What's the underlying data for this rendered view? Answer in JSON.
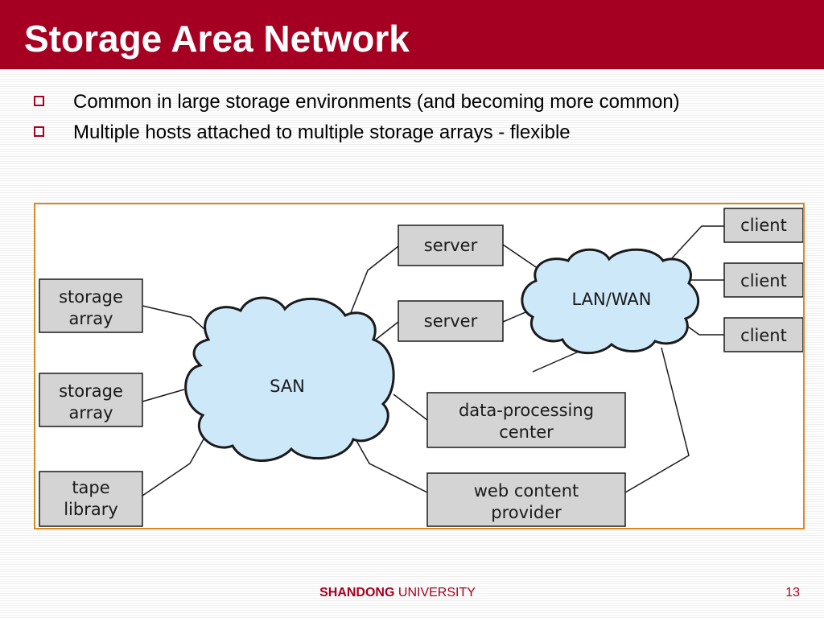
{
  "slide": {
    "title": "Storage Area Network",
    "bullets": [
      "Common in large storage environments (and becoming more common)",
      "Multiple hosts attached to multiple storage arrays - flexible"
    ],
    "footer": {
      "brand_bold": "SHANDONG",
      "brand_rest": "UNIVERSITY"
    },
    "page_number": "13"
  },
  "diagram": {
    "clouds": {
      "san": "SAN",
      "lan_wan": "LAN/WAN"
    },
    "nodes": {
      "storage_array_1": [
        "storage",
        "array"
      ],
      "storage_array_2": [
        "storage",
        "array"
      ],
      "tape_library": [
        "tape",
        "library"
      ],
      "server_1": [
        "server"
      ],
      "server_2": [
        "server"
      ],
      "data_processing_center": [
        "data-processing",
        "center"
      ],
      "web_content_provider": [
        "web content",
        "provider"
      ],
      "client_1": [
        "client"
      ],
      "client_2": [
        "client"
      ],
      "client_3": [
        "client"
      ]
    }
  },
  "colors": {
    "header": "#a50021",
    "cloud_fill": "#cde8f8",
    "box_fill": "#d4d4d4",
    "frame_border": "#d98a22"
  }
}
